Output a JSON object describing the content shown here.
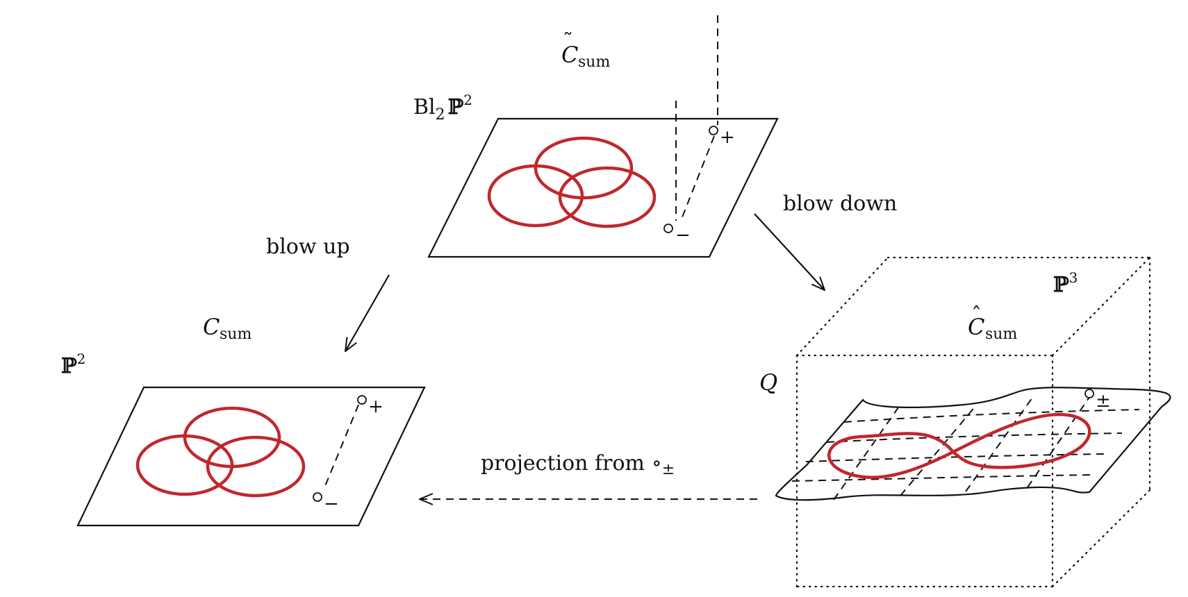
{
  "labels": {
    "bl_prefix": "Bl",
    "bl_sub": "2",
    "bb_p": "ℙ",
    "p2_sup": "2",
    "p3_sup": "3",
    "c_letter": "C",
    "tilde": "˜",
    "hat": "ˆ",
    "sum_sub": "sum",
    "q_letter": "Q",
    "blow_up": "blow up",
    "blow_down": "blow down",
    "projection": "projection from",
    "o_symbol": "∘",
    "plus": "+",
    "minus": "−",
    "plusminus": "±"
  },
  "colors": {
    "curve": "#c0272d",
    "line": "#111111"
  }
}
